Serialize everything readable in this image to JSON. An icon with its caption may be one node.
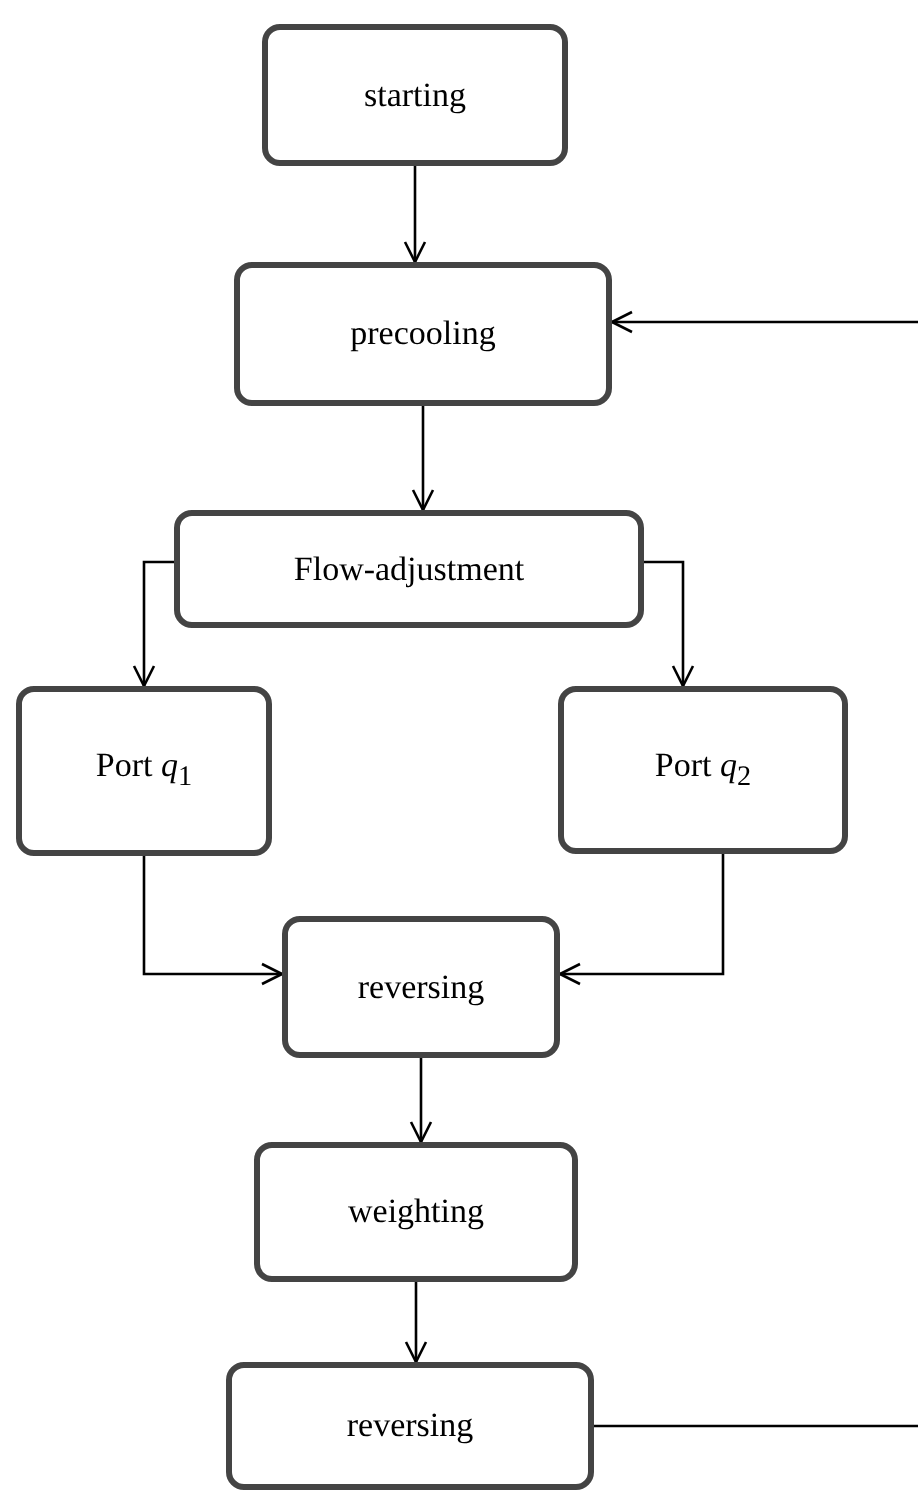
{
  "diagram": {
    "nodes": [
      {
        "text": [
          "starting"
        ]
      },
      {
        "text": [
          "precooling"
        ]
      },
      {
        "text": [
          "Flow-adjustment"
        ]
      },
      {
        "text": [
          "Port *q*$_{1}$"
        ]
      },
      {
        "text": [
          "Port *q*$_{2}$"
        ]
      },
      {
        "text": [
          "reversing"
        ]
      },
      {
        "text": [
          "weighting"
        ]
      },
      {
        "text": [
          "reversing"
        ]
      }
    ],
    "edges": [
      {
        "from": 0,
        "to": 1,
        "arrow": "to"
      },
      {
        "from": null,
        "to": 1,
        "arrow": "to"
      },
      {
        "from": 1,
        "to": 2,
        "arrow": "to"
      },
      {
        "from": 2,
        "to": 3,
        "arrow": "to"
      },
      {
        "from": 2,
        "to": 4,
        "arrow": "to"
      },
      {
        "from": 3,
        "to": 5,
        "arrow": "to"
      },
      {
        "from": 4,
        "to": 5,
        "arrow": "to"
      },
      {
        "from": 5,
        "to": 6,
        "arrow": "to"
      },
      {
        "from": 6,
        "to": 7,
        "arrow": "to"
      },
      {
        "from": 7,
        "to": null,
        "arrow": "none"
      }
    ]
  }
}
